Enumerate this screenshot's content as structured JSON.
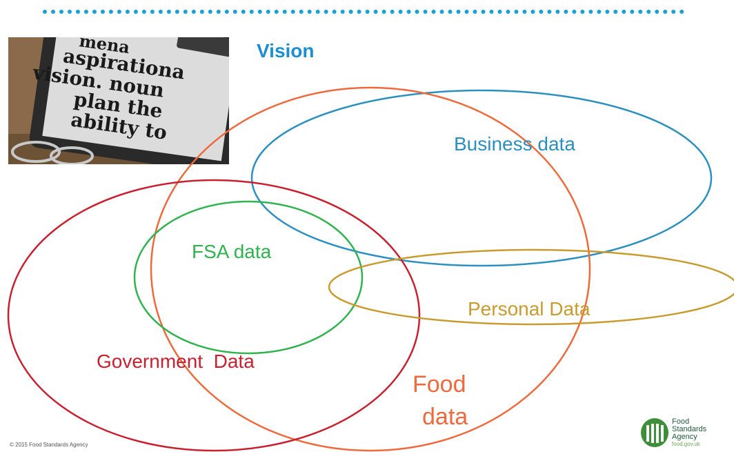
{
  "slide": {
    "title": "Vision",
    "copyright": "© 2015 Food Standards Agency"
  },
  "photo": {
    "lines": [
      "mena",
      "aspirationa",
      "vision. noun",
      "plan the",
      "ability to"
    ]
  },
  "diagram": {
    "sets": [
      {
        "key": "business",
        "label": "Business data",
        "color": "#2b8fbf"
      },
      {
        "key": "food",
        "label_lines": [
          "Food",
          "data"
        ],
        "color": "#ee6a3c"
      },
      {
        "key": "government",
        "label": "Government  Data",
        "color": "#c8202f"
      },
      {
        "key": "fsa",
        "label": "FSA data",
        "color": "#2fb34e"
      },
      {
        "key": "personal",
        "label": "Personal Data",
        "color": "#c89b2e"
      }
    ]
  },
  "logo": {
    "lines": [
      "Food",
      "Standards",
      "Agency"
    ],
    "url": "food.gov.uk"
  }
}
